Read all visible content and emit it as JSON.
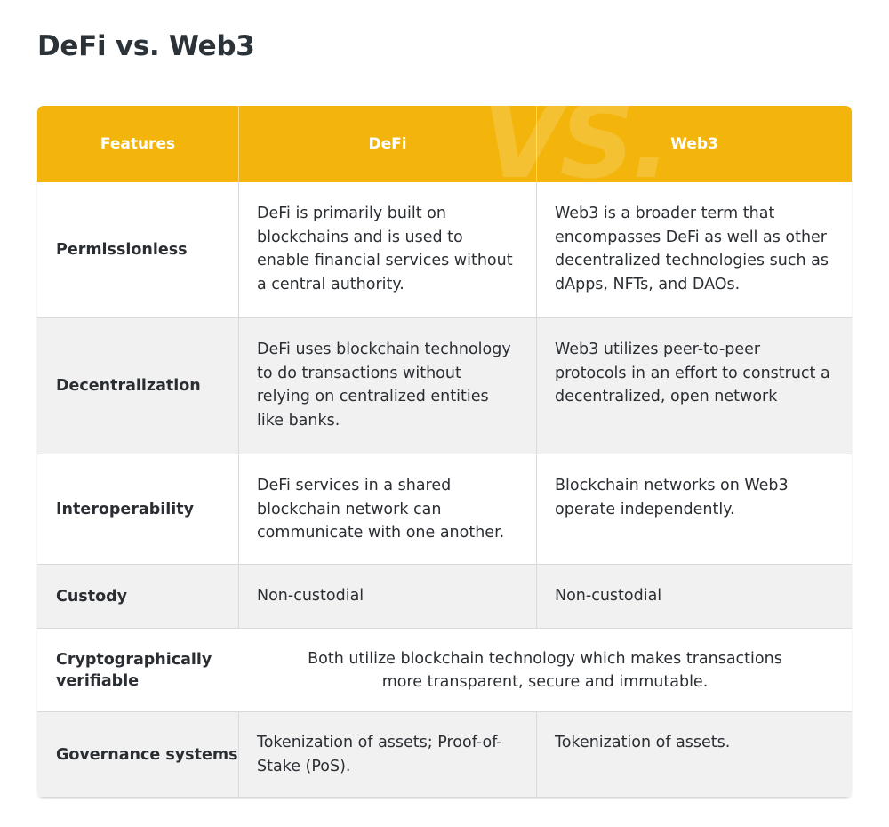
{
  "title": "DeFi vs. Web3",
  "watermark": "VS.",
  "colors": {
    "header_bg": "#f3b50b",
    "header_text": "#ffffff",
    "row_alt_bg": "#f1f1f1",
    "text": "#2a2e33"
  },
  "table": {
    "headers": [
      "Features",
      "DeFi",
      "Web3"
    ],
    "rows": [
      {
        "feature": "Permissionless",
        "defi": "DeFi is primarily built on blockchains and is used to enable financial services without a central authority.",
        "web3": "Web3 is a broader term that encompasses DeFi as well as other decentralized technologies such as dApps, NFTs, and DAOs."
      },
      {
        "feature": "Decentralization",
        "defi": "DeFi uses blockchain technology to do transactions without relying on centralized entities like banks.",
        "web3": "Web3 utilizes peer-to-peer protocols in an effort to construct a decentralized, open network"
      },
      {
        "feature": "Interoperability",
        "defi": "DeFi services in a shared blockchain network can communicate with one another.",
        "web3": "Blockchain networks on Web3 operate independently."
      },
      {
        "feature": "Custody",
        "defi": "Non-custodial",
        "web3": "Non-custodial"
      },
      {
        "feature": "Cryptographically verifiable",
        "both": "Both utilize blockchain technology which makes transactions more transparent, secure and immutable."
      },
      {
        "feature": "Governance systems",
        "defi": "Tokenization of assets; Proof-of-Stake (PoS).",
        "web3": "Tokenization of assets."
      }
    ]
  }
}
